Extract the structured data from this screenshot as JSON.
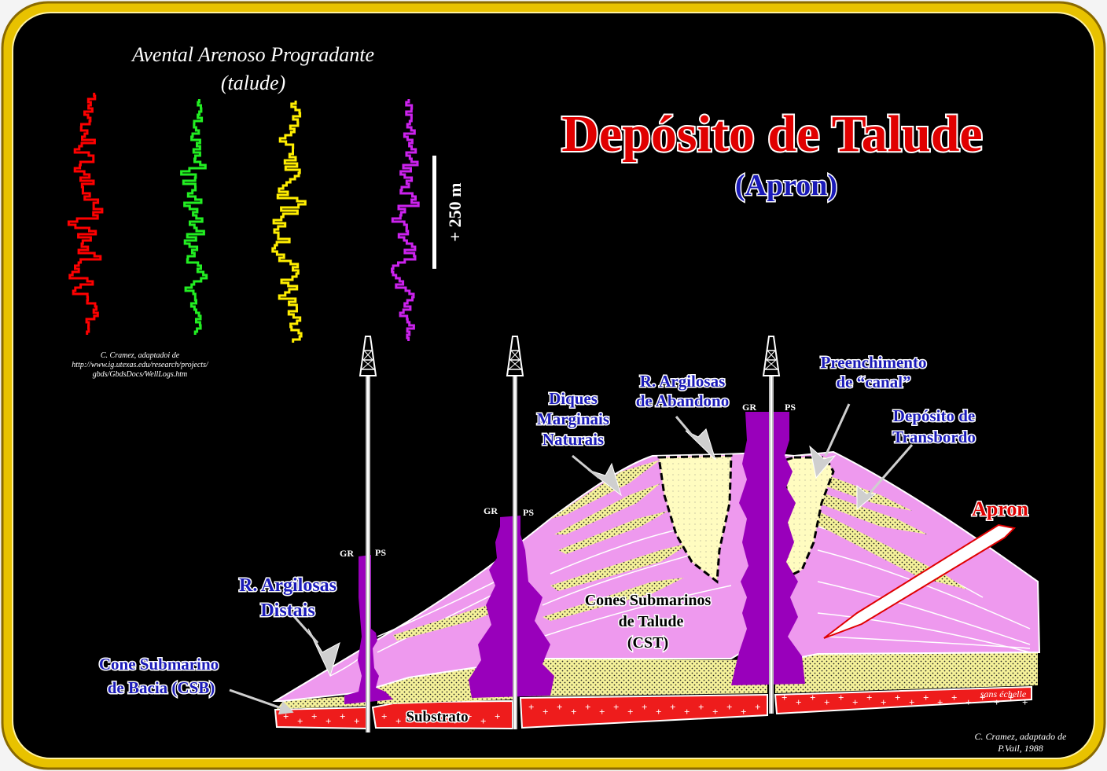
{
  "log_panel": {
    "title_line1": "Avental Arenoso Progradante",
    "title_line2": "(talude)",
    "scale_label": "+ 250 m",
    "credit_line1": "C. Cramez, adaptadoi de",
    "credit_line2": "http://www.ig.utexas.edu/research/projects/",
    "credit_line3": "gbds/GbdsDocs/WellLogs.htm",
    "log_colors": [
      "#ff0000",
      "#22ee22",
      "#ffee00",
      "#cc22ee"
    ]
  },
  "header": {
    "title": "Depósito de Talude",
    "subtitle": "(Apron)"
  },
  "labels": {
    "r_argilosas_distais_1": "R. Argilosas",
    "r_argilosas_distais_2": "Distais",
    "cone_bacia_1": "Cone Submarino",
    "cone_bacia_2": "de Bacia (CSB)",
    "diques_1": "Diques",
    "diques_2": "Marginais",
    "diques_3": "Naturais",
    "abandono_1": "R. Argilosas",
    "abandono_2": "de Abandono",
    "preenchimento_1": "Preenchimento",
    "preenchimento_2": "de “canal”",
    "transbordo_1": "Depósito de",
    "transbordo_2": "Transbordo",
    "apron": "Apron",
    "cones_talude_1": "Cones Submarinos",
    "cones_talude_2": "de Talude",
    "cones_talude_3": "(CST)",
    "substrato": "Substrato",
    "scale_note": "sans échelle"
  },
  "wells": [
    {
      "gr": "GR",
      "ps": "PS"
    },
    {
      "gr": "GR",
      "ps": "PS"
    },
    {
      "gr": "GR",
      "ps": "PS"
    }
  ],
  "footer": {
    "credit_line1": "C. Cramez, adaptado de",
    "credit_line2": "P.Vail, 1988"
  },
  "colors": {
    "background": "#000000",
    "frame_gold": "#e8c200",
    "fan_pink": "#ee99ee",
    "log_purple": "#9900bb",
    "sand_yellow": "#fffcc0",
    "substrate_red": "#ee1c1c",
    "label_blue": "#1a1ab8",
    "title_red": "#e00000"
  }
}
